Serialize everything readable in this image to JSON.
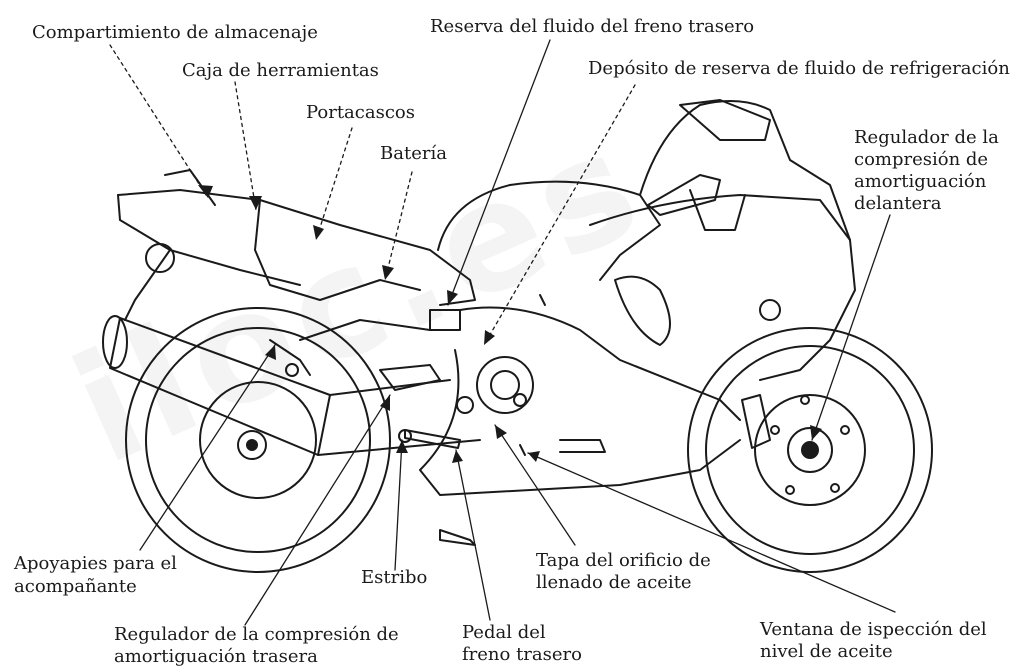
{
  "diagram": {
    "watermark": "iloc.es",
    "labels": {
      "storage": "Compartimiento de almacenaje",
      "toolbox": "Caja de herramientas",
      "helmet": "Portacascos",
      "battery": "Batería",
      "rear_brake_reservoir": "Reserva del fluido del freno trasero",
      "coolant_reservoir": "Depósito de reserva de fluido de refrigeración",
      "front_damping_1": "Regulador de la",
      "front_damping_2": "compresión de",
      "front_damping_3": "amortiguación",
      "front_damping_4": "delantera",
      "passenger_footpeg_1": "Apoyapies para el",
      "passenger_footpeg_2": "acompañante",
      "footpeg": "Estribo",
      "oil_filler_1": "Tapa del orificio de",
      "oil_filler_2": "llenado de aceite",
      "rear_damping_1": "Regulador de la compresión de",
      "rear_damping_2": "amortiguación trasera",
      "brake_pedal_1": "Pedal del",
      "brake_pedal_2": "freno trasero",
      "oil_window_1": "Ventana de ispección del",
      "oil_window_2": "nivel de aceite"
    },
    "colors": {
      "line": "#1a1a1a",
      "background": "#ffffff"
    }
  }
}
